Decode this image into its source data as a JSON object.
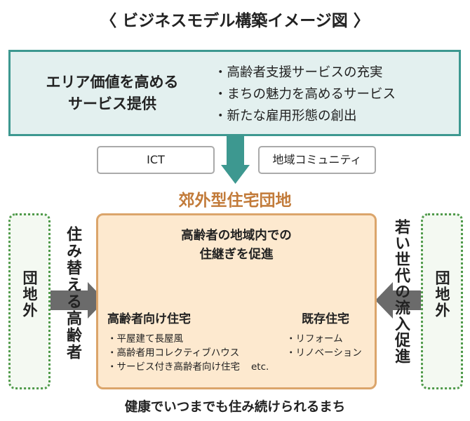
{
  "title": "〈 ビジネスモデル構築イメージ図 〉",
  "top_box": {
    "heading_lines": [
      "エリア価値を高める",
      "サービス提供"
    ],
    "bullets": [
      "・高齢者支援サービスの充実",
      "・まちの魅力を高めるサービス",
      "・新たな雇用形態の創出"
    ]
  },
  "tags": {
    "ict": "ICT",
    "community": "地域コミュニティ"
  },
  "subtitle": "郊外型住宅団地",
  "left_outside": "団地外",
  "right_outside": "団地外",
  "left_flow": "住み替える高齢者",
  "right_flow": "若い世代の流入促進",
  "main": {
    "title_lines": [
      "高齢者の地域内での",
      "住継ぎを促進"
    ],
    "senior_housing": {
      "label": "高齢者向け住宅",
      "items": [
        "・平屋建て長屋風",
        "・高齢者用コレクティブハウス",
        "・サービス付き高齢者向け住宅"
      ],
      "etc": "etc."
    },
    "existing_housing": {
      "label": "既存住宅",
      "items": [
        "・リフォーム",
        "・リノベーション"
      ]
    }
  },
  "bottom": "健康でいつまでも住み続けられるまち",
  "colors": {
    "teal": "#3d9890",
    "orange_text": "#c27b3a",
    "green_house": "#4e9e55",
    "red_house": "#f2623c",
    "brown_arrow": "#d59c64",
    "gray_arrow": "#6b6b6b"
  }
}
